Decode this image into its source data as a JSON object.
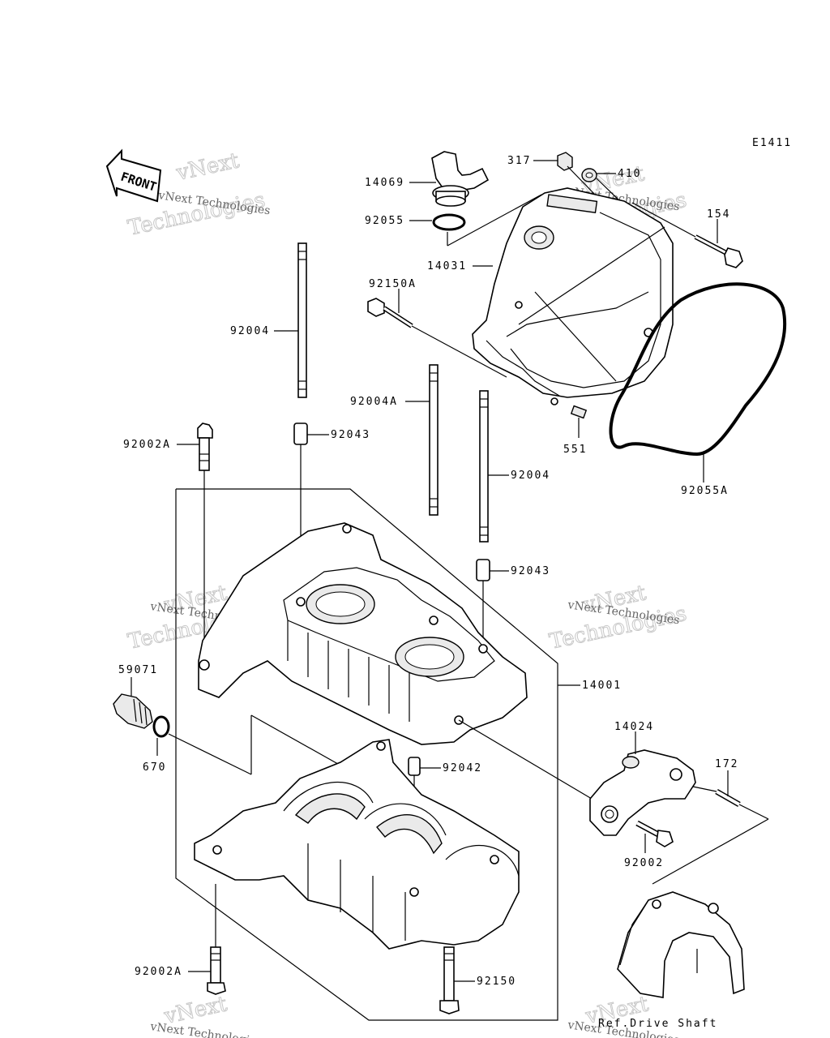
{
  "diagram_code": "E1411",
  "front_label": "FRONT",
  "watermark": {
    "line1": "vNext Technologies",
    "line2": "vNext",
    "line3": "Technologies"
  },
  "footer_label": "Ref.Drive Shaft",
  "parts": {
    "p14069": "14069",
    "p317": "317",
    "p410": "410",
    "p92055": "92055",
    "p154": "154",
    "p14031": "14031",
    "p92150A": "92150A",
    "p92004_top": "92004",
    "p92004A": "92004A",
    "p551": "551",
    "p92002A_top": "92002A",
    "p92043_top": "92043",
    "p92004_mid": "92004",
    "p92055A": "92055A",
    "p92043_mid": "92043",
    "p14001": "14001",
    "p59071": "59071",
    "p670": "670",
    "p92042": "92042",
    "p14024": "14024",
    "p172": "172",
    "p92002": "92002",
    "p92002A_bot": "92002A",
    "p92150": "92150"
  }
}
